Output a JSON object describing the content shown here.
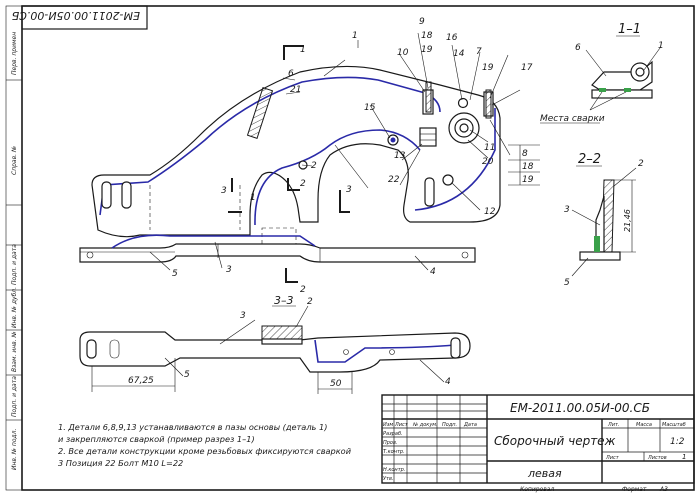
{
  "stamp": {
    "rotated_code": "ЕМ-2011.00.05И-00.СБ"
  },
  "side_labels": [
    "Перв. примен",
    "Справ. №",
    "Подп. и дата",
    "Инв. № дубл.",
    "Взам. инв. №",
    "Подп. и дата",
    "Инв. № подл."
  ],
  "callouts": {
    "main": [
      "6",
      "21",
      "1",
      "10",
      "9",
      "18",
      "19",
      "16",
      "14",
      "7",
      "19",
      "17",
      "15",
      "13",
      "2",
      "22",
      "11",
      "20",
      "8",
      "18",
      "19",
      "12",
      "3",
      "1",
      "2",
      "3",
      "5",
      "3",
      "4",
      "2"
    ],
    "section_1_1": [
      "6",
      "1"
    ],
    "section_2_2": [
      "2",
      "3",
      "5"
    ],
    "section_3_3": [
      "3",
      "2",
      "5",
      "4"
    ]
  },
  "section_marks": {
    "s1": "1",
    "s2": "2",
    "s3": "3"
  },
  "views": {
    "view_1_1": "1–1",
    "view_2_2": "2–2",
    "view_3_3": "3–3",
    "weld_note": "Места сварки"
  },
  "dimensions": {
    "d1": "21,46",
    "d2": "67,25",
    "d3": "50"
  },
  "notes": [
    "1. Детали 6,8,9,13 устанавливаются в пазы основы (деталь 1)",
    "и закрепляются сваркой (пример разрез 1–1)",
    "2. Все детали конструкции кроме резьбовых фиксируются сваркой",
    "3 Позиция 22 Болт М10 L=22"
  ],
  "title_block": {
    "code": "ЕМ-2011.00.05И-00.СБ",
    "name": "Сборочный чертеж",
    "subtitle": "левая",
    "col_headers": [
      "Изм",
      "Лист",
      "№ докум.",
      "Подп.",
      "Дата"
    ],
    "rows": [
      "Разраб.",
      "Пров.",
      "Т.контр.",
      "",
      "Н.контр.",
      "Утв."
    ],
    "lit": "Лит.",
    "mass": "Масса",
    "scale": "Масштаб",
    "scale_value": "1:2",
    "sheet": "Лист",
    "sheets": "Листов",
    "sheets_value": "1",
    "copied": "Копировал",
    "format_label": "Формат",
    "format_value": "А3"
  }
}
